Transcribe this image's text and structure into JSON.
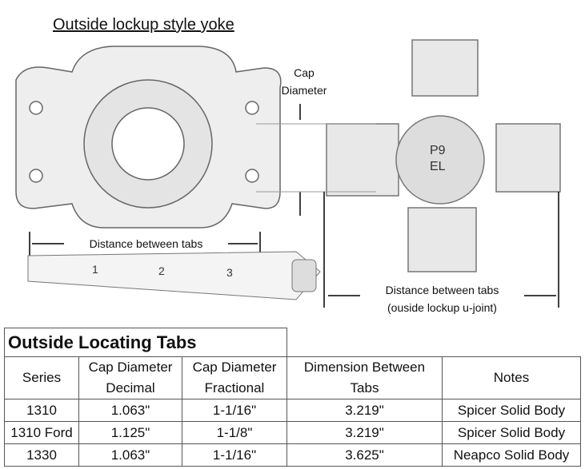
{
  "title": "Outside lockup style yoke",
  "labels": {
    "cap_diameter_1": "Cap",
    "cap_diameter_2": "Diameter",
    "distance_tabs": "Distance between tabs",
    "distance_tabs_ujoint_1": "Distance between tabs",
    "distance_tabs_ujoint_2": "(ouside lockup u-joint)",
    "stamp_1": "P9",
    "stamp_2": "EL"
  },
  "ruler": [
    "1",
    "2",
    "3"
  ],
  "table": {
    "title": "Outside Locating Tabs",
    "headers": [
      [
        "Series",
        ""
      ],
      [
        "Cap Diameter",
        "Decimal"
      ],
      [
        "Cap Diameter",
        "Fractional"
      ],
      [
        "Dimension Between",
        "Tabs"
      ],
      [
        "Notes",
        ""
      ]
    ],
    "rows": [
      [
        "1310",
        "1.063\"",
        "1-1/16\"",
        "3.219\"",
        "Spicer Solid Body"
      ],
      [
        "1310 Ford",
        "1.125\"",
        "1-1/8\"",
        "3.219\"",
        "Spicer Solid Body"
      ],
      [
        "1330",
        "1.063\"",
        "1-1/16\"",
        "3.625\"",
        "Neapco Solid Body"
      ]
    ]
  }
}
